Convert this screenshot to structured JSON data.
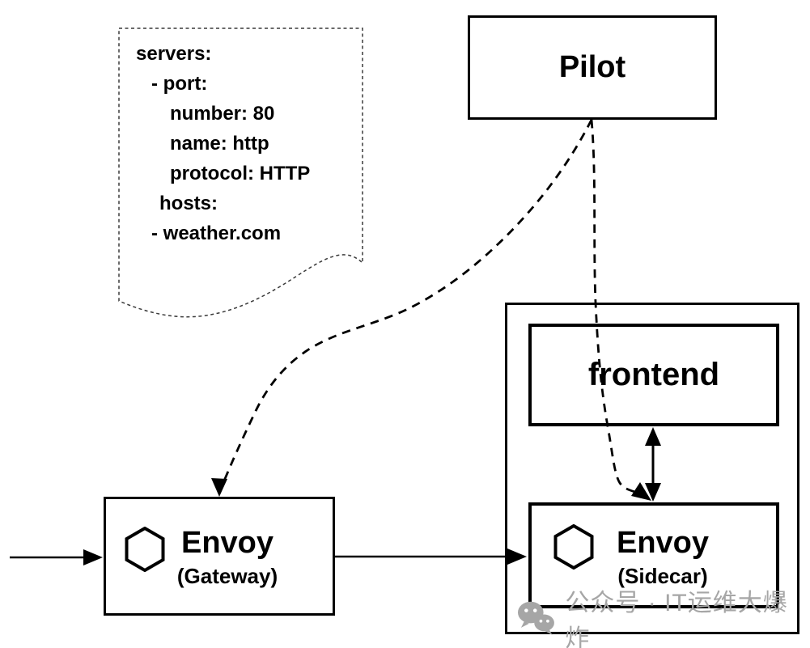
{
  "config_note": {
    "lines": [
      "servers:",
      "- port:",
      "number: 80",
      "name: http",
      "protocol: HTTP",
      "hosts:",
      "- weather.com"
    ]
  },
  "pilot": {
    "label": "Pilot"
  },
  "pod": {
    "frontend": {
      "label": "frontend"
    },
    "sidecar": {
      "title": "Envoy",
      "subtitle": "(Sidecar)"
    }
  },
  "gateway": {
    "title": "Envoy",
    "subtitle": "(Gateway)"
  },
  "watermark": {
    "label": "公众号 · IT运维大爆炸"
  },
  "icons": {
    "envoy_logo": "hexagon-icon",
    "watermark_logo": "wechat-icon"
  },
  "colors": {
    "ink": "#000000",
    "background": "#ffffff",
    "watermark_gray": "#a6a6a6"
  }
}
